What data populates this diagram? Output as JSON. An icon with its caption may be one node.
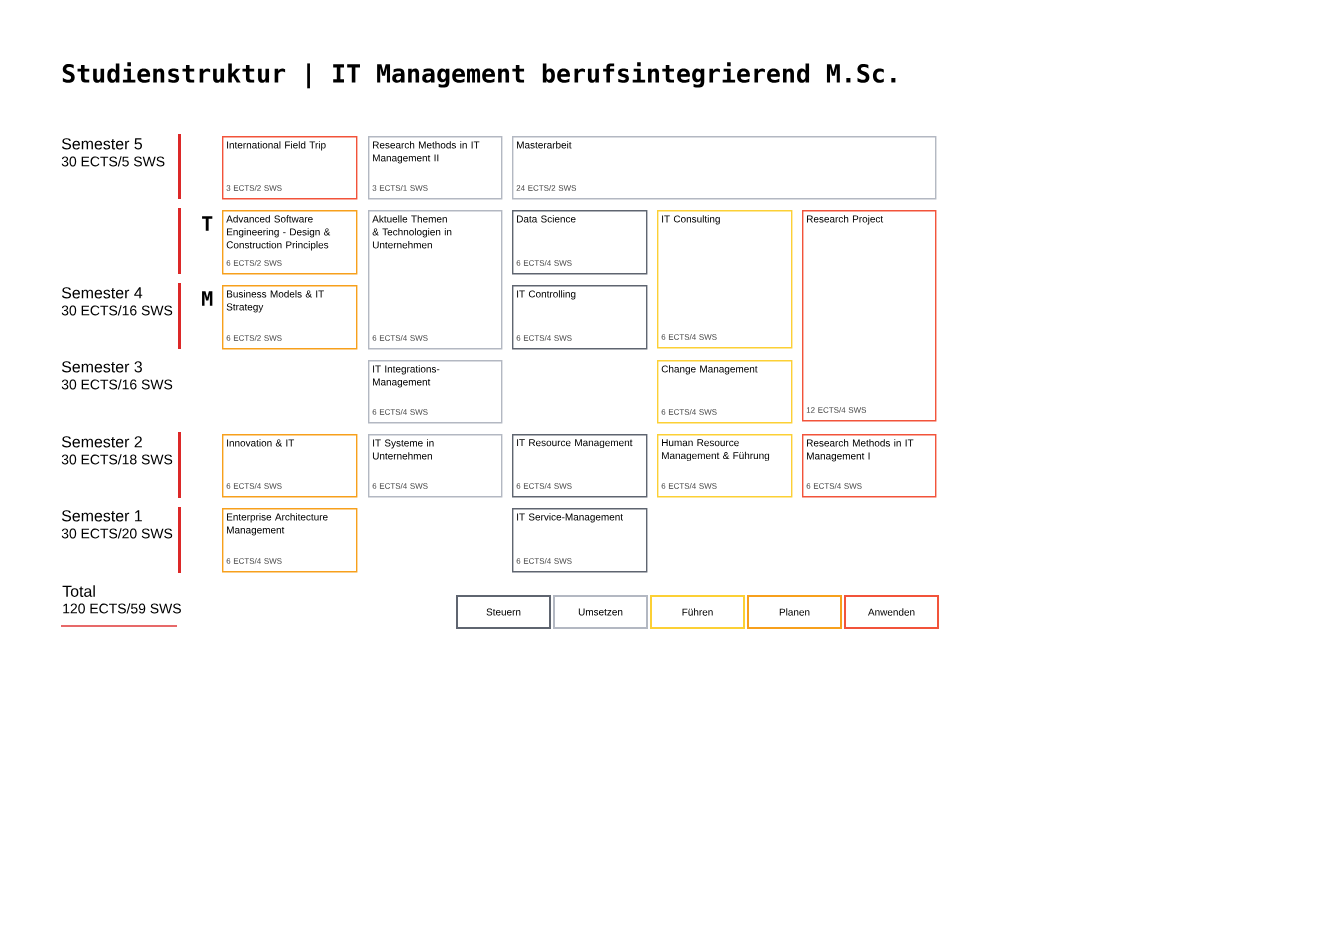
{
  "diagram": {
    "title": "Studienstruktur | IT Management berufsintegrierend M.Sc.",
    "nodes": [
      {
        "text": [
          "International Field Trip",
          "3 ECTS/2 SWS"
        ]
      },
      {
        "text": [
          "Research Methods in IT Management II",
          "3 ECTS/1 SWS"
        ]
      },
      {
        "text": [
          "Masterarbeit",
          "24 ECTS/2 SWS"
        ]
      },
      {
        "text": [
          "Advanced Software Engineering - Design & Construction Principles",
          "6 ECTS/2 SWS"
        ]
      },
      {
        "text": [
          "Aktuelle Themen & Technologien in Unternehmen",
          "6 ECTS/4 SWS"
        ]
      },
      {
        "text": [
          "Data Science",
          "6 ECTS/4 SWS"
        ]
      },
      {
        "text": [
          "IT Consulting",
          "6 ECTS/4 SWS"
        ]
      },
      {
        "text": [
          "Research Project",
          "12 ECTS/4 SWS"
        ]
      },
      {
        "text": [
          "Business Models & IT Strategy",
          "6 ECTS/2 SWS"
        ]
      },
      {
        "text": [
          "IT Controlling",
          "6 ECTS/4 SWS"
        ]
      },
      {
        "text": [
          "IT Integrations-Management",
          "6 ECTS/4 SWS"
        ]
      },
      {
        "text": [
          "Change Management",
          "6 ECTS/4 SWS"
        ]
      },
      {
        "text": [
          "Innovation & IT",
          "6 ECTS/4 SWS"
        ]
      },
      {
        "text": [
          "IT Systeme in Unternehmen",
          "6 ECTS/4 SWS"
        ]
      },
      {
        "text": [
          "IT Resource Management",
          "6 ECTS/4 SWS"
        ]
      },
      {
        "text": [
          "Human Resource Management & Führung",
          "6 ECTS/4 SWS"
        ]
      },
      {
        "text": [
          "Research Methods in IT Management I",
          "6 ECTS/4 SWS"
        ]
      },
      {
        "text": [
          "Enterprise Architecture Management",
          "6 ECTS/4 SWS"
        ]
      },
      {
        "text": [
          "IT Service-Management",
          "6 ECTS/4 SWS"
        ]
      }
    ],
    "labels": [
      "Semester 5",
      "30 ECTS/5 SWS",
      "T",
      "Semester 4",
      "30 ECTS/16 SWS",
      "M",
      "Semester 3",
      "30 ECTS/16 SWS",
      "Semester 2",
      "30 ECTS/18 SWS",
      "Semester 1",
      "30 ECTS/20 SWS",
      "Total",
      "120 ECTS/59 SWS"
    ],
    "legend": [
      {
        "text": "Steuern",
        "color": "#5f6570"
      },
      {
        "text": "Umsetzen",
        "color": "#b3b8c2"
      },
      {
        "text": "Führen",
        "color": "#fcd035"
      },
      {
        "text": "Planen",
        "color": "#f7a01c"
      },
      {
        "text": "Anwenden",
        "color": "#f2533a"
      }
    ]
  }
}
